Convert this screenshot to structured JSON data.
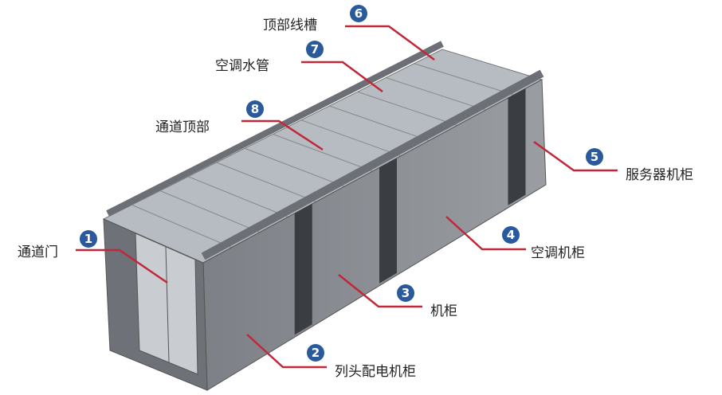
{
  "colors": {
    "badge": "#2a5a9c",
    "leader": "#c0283a",
    "cabinet": "#8a8d92",
    "cabinet_dark": "#3a3d42",
    "top": "#b9bec4"
  },
  "callouts": [
    {
      "num": "1",
      "label": "通道门"
    },
    {
      "num": "2",
      "label": "列头配电机柜"
    },
    {
      "num": "3",
      "label": "机柜"
    },
    {
      "num": "4",
      "label": "空调机柜"
    },
    {
      "num": "5",
      "label": "服务器机柜"
    },
    {
      "num": "6",
      "label": "顶部线槽"
    },
    {
      "num": "7",
      "label": "空调水管"
    },
    {
      "num": "8",
      "label": "通道顶部"
    }
  ]
}
